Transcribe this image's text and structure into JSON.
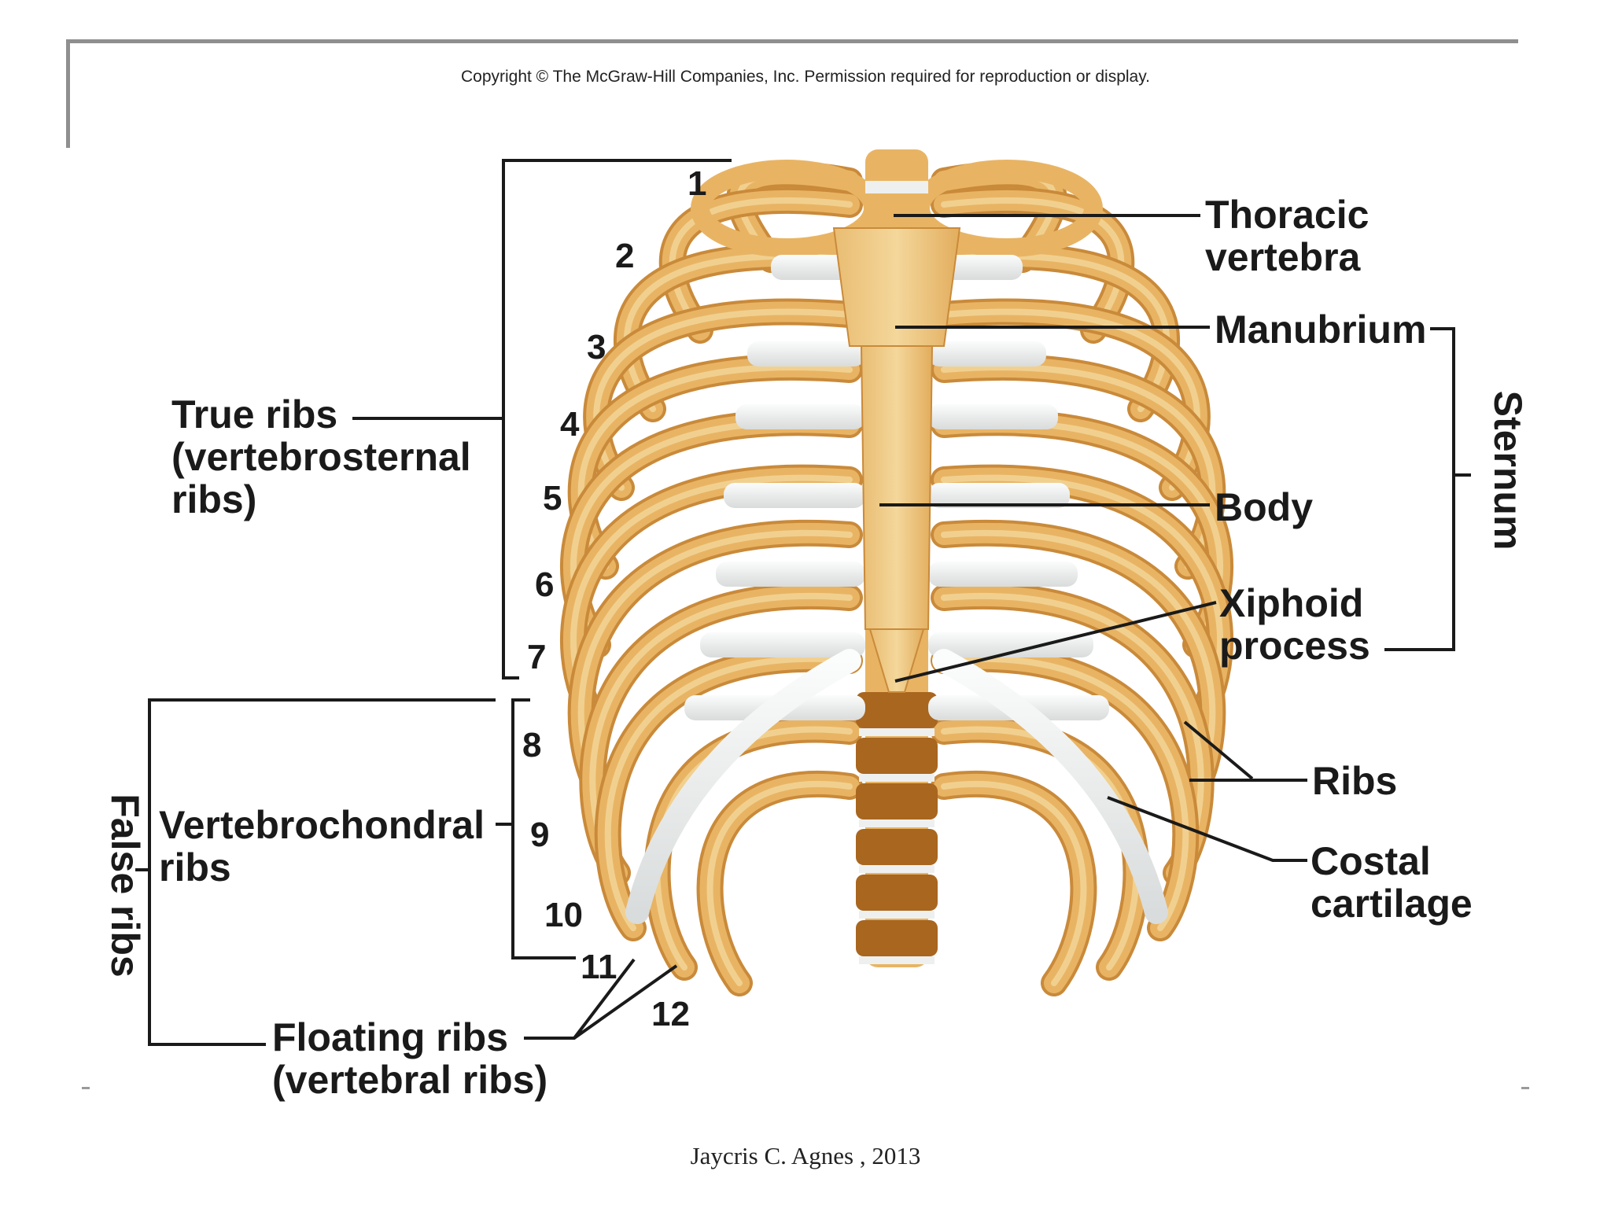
{
  "header": {
    "copyright": "Copyright © The McGraw-Hill Companies, Inc. Permission required for reproduction or display."
  },
  "diagram": {
    "labels": {
      "thoracic_vertebra": [
        "Thoracic",
        "vertebra"
      ],
      "manubrium": "Manubrium",
      "body": "Body",
      "xiphoid_process": [
        "Xiphoid",
        "process"
      ],
      "sternum": "Sternum",
      "ribs": "Ribs",
      "costal_cartilage": [
        "Costal",
        "cartilage"
      ],
      "true_ribs": [
        "True ribs",
        "(vertebrosternal",
        "ribs)"
      ],
      "vertebrochondral_ribs": [
        "Vertebrochondral",
        "ribs"
      ],
      "false_ribs": "False ribs",
      "floating_ribs": [
        "Floating ribs",
        "(vertebral ribs)"
      ]
    },
    "rib_numbers": [
      "1",
      "2",
      "3",
      "4",
      "5",
      "6",
      "7",
      "8",
      "9",
      "10",
      "11",
      "12"
    ],
    "colors": {
      "bone": "#e8b464",
      "bone_dark": "#c98a3a",
      "bone_light": "#f3d79a",
      "cartilage": "#eef0f0",
      "vertebra_dark": "#a8661f"
    }
  },
  "footer": {
    "credit": "Jaycris C. Agnes , 2013"
  }
}
